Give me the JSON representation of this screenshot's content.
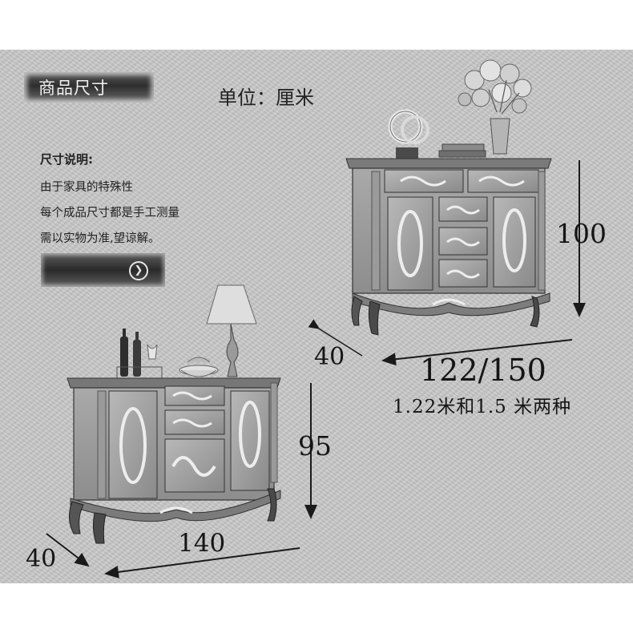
{
  "header": {
    "title": "商品尺寸",
    "unit": "单位：厘米"
  },
  "notes": {
    "title": "尺寸说明:",
    "line1": "由于家具的特殊性",
    "line2": "每个成品尺寸都是手工测量",
    "line3": "需以实物为准,望谅解。"
  },
  "icons": {
    "more": "chevron-right-circle-icon"
  },
  "product_large": {
    "height": "100",
    "depth": "40",
    "width": "122/150",
    "width_note": "1.22米和1.5 米两种"
  },
  "product_small": {
    "height": "95",
    "depth": "40",
    "width": "140"
  },
  "colors": {
    "panel": "#c9c9c9",
    "tag_dark": "#2e2e2e",
    "text": "#151515"
  }
}
